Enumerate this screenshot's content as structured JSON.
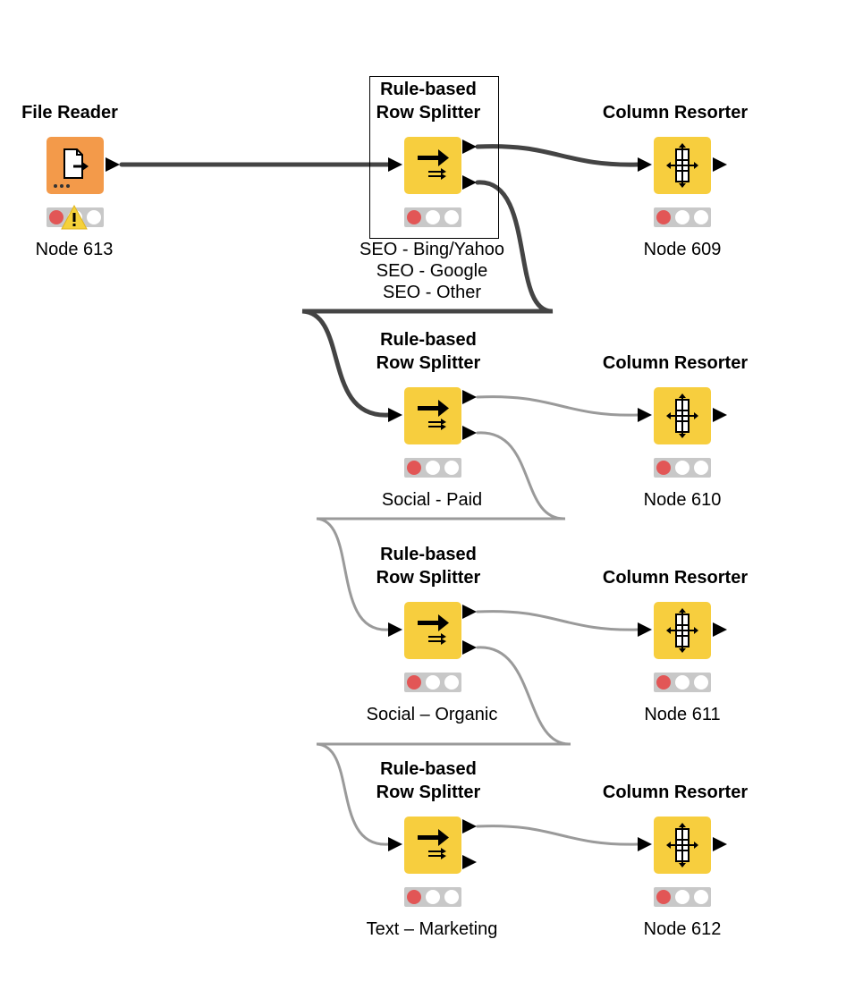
{
  "canvas": {
    "background": "#ffffff"
  },
  "colors": {
    "reader_node": "#f39a4a",
    "manipulator_node": "#f7ce3e",
    "status_red": "#e25656",
    "connection_dark": "#444444",
    "connection_light": "#9a9a9a"
  },
  "nodes": {
    "file_reader": {
      "title": "File Reader",
      "label": "Node 613",
      "icon": "file-reader-icon",
      "warning": true
    },
    "splitter1": {
      "title_line1": "Rule-based",
      "title_line2": "Row Splitter",
      "label_line1": "SEO - Bing/Yahoo",
      "label_line2": "SEO - Google",
      "label_line3": "SEO - Other",
      "icon": "row-splitter-icon",
      "selected": true
    },
    "splitter2": {
      "title_line1": "Rule-based",
      "title_line2": "Row Splitter",
      "label": "Social - Paid",
      "icon": "row-splitter-icon"
    },
    "splitter3": {
      "title_line1": "Rule-based",
      "title_line2": "Row Splitter",
      "label": "Social – Organic",
      "icon": "row-splitter-icon"
    },
    "splitter4": {
      "title_line1": "Rule-based",
      "title_line2": "Row Splitter",
      "label": "Text – Marketing",
      "icon": "row-splitter-icon"
    },
    "resorter1": {
      "title": "Column Resorter",
      "label": "Node 609",
      "icon": "column-resorter-icon"
    },
    "resorter2": {
      "title": "Column Resorter",
      "label": "Node 610",
      "icon": "column-resorter-icon"
    },
    "resorter3": {
      "title": "Column Resorter",
      "label": "Node 611",
      "icon": "column-resorter-icon"
    },
    "resorter4": {
      "title": "Column Resorter",
      "label": "Node 612",
      "icon": "column-resorter-icon"
    }
  },
  "status_lights": {
    "lit": "red",
    "off": "white"
  }
}
